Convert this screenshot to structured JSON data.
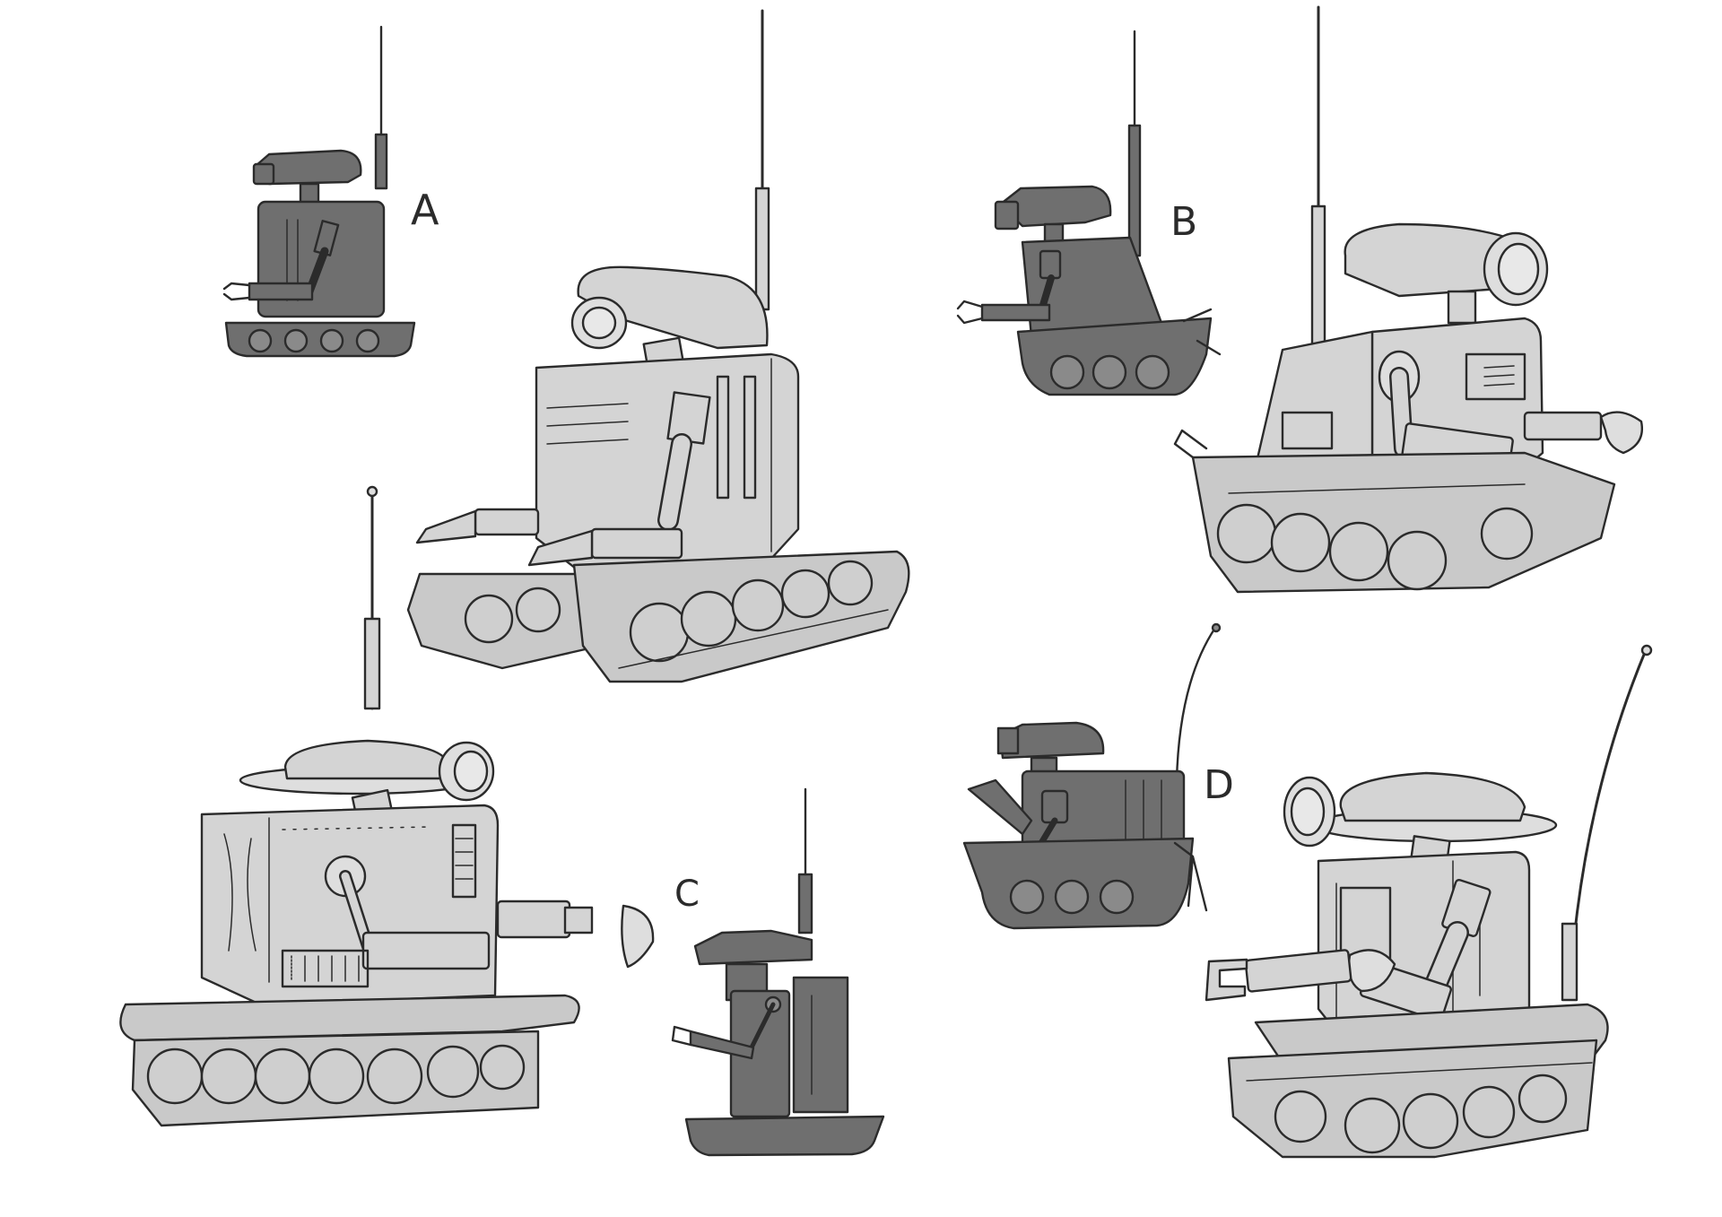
{
  "sheet": {
    "background": "#ffffff",
    "ink_color": "#2b2b2b",
    "silhouette_fill": "#6f6f6f",
    "render_fill": "#d4d4d4"
  },
  "variants": [
    {
      "letter": "A"
    },
    {
      "letter": "B"
    },
    {
      "letter": "C"
    },
    {
      "letter": "D"
    }
  ]
}
